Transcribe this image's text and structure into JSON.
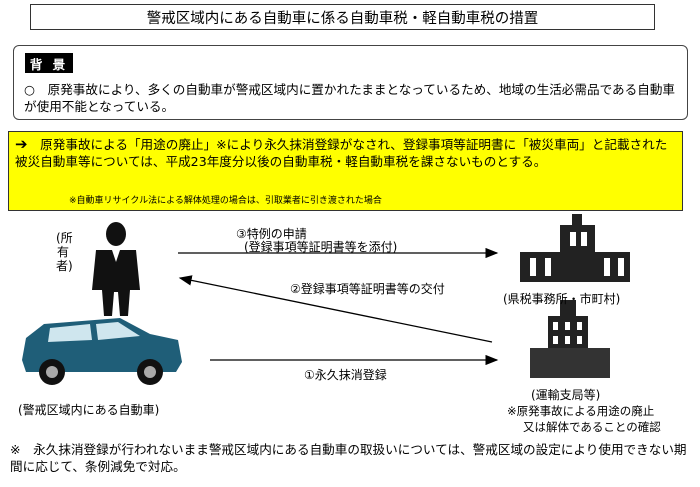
{
  "title": "警戒区域内にある自動車に係る自動車税・軽自動車税の措置",
  "background": {
    "label": "背 景",
    "marker": "○",
    "text": "原発事故により、多くの自動車が警戒区域内に置かれたままとなっているため、地域の生活必需品である自動車が使用不能となっている。"
  },
  "measure": {
    "arrow": "➔",
    "text": "原発事故による「用途の廃止」※により永久抹消登録がなされ、登録事項等証明書に「被災車両」と記載された被災自動車等については、平成23年度分以後の自動車税・軽自動車税を課さないものとする。",
    "note": "※自動車リサイクル法による解体処理の場合は、引取業者に引き渡された場合"
  },
  "diagram": {
    "owner_label": "(所有者)",
    "car_label": "(警戒区域内にある自動車)",
    "tax_office_label": "(県税事務所・市町村)",
    "transport_label": "(運輸支局等)",
    "transport_note_1": "※原発事故による用途の廃止",
    "transport_note_2": "又は解体であることの確認",
    "step3": "③特例の申請",
    "step3_sub": "(登録事項等証明書等を添付)",
    "step2": "②登録事項等証明書等の交付",
    "step1": "①永久抹消登録"
  },
  "footer": {
    "marker": "※",
    "text": "永久抹消登録が行われないまま警戒区域内にある自動車の取扱いについては、警戒区域の設定により使用できない期間に応じて、条例減免で対応。"
  },
  "colors": {
    "highlight": "#ffff00",
    "car": "#1f5e78"
  }
}
